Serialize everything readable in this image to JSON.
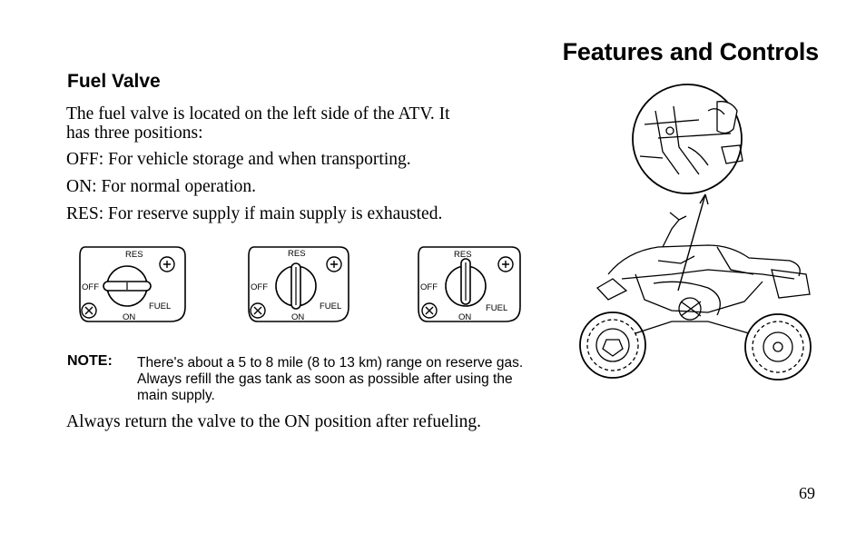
{
  "header": {
    "title": "Features and Controls"
  },
  "section": {
    "heading": "Fuel Valve",
    "intro_line1": "The fuel valve is located on the left side of the ATV. It",
    "intro_line2": "has three positions:",
    "off_line": "OFF: For vehicle storage and when transporting.",
    "on_line": "ON: For normal operation.",
    "res_line": "RES: For reserve supply if main supply is exhausted.",
    "closing": "Always return the valve to the ON position after refueling."
  },
  "valve_labels": {
    "res": "RES",
    "off": "OFF",
    "on": "ON",
    "fuel": "FUEL"
  },
  "valve_diagrams": [
    {
      "position": "OFF"
    },
    {
      "position": "ON"
    },
    {
      "position": "RES"
    }
  ],
  "note": {
    "label": "NOTE:",
    "text": "There's about a 5 to 8 mile (8 to 13 km) range on reserve gas. Always refill the gas tank as soon as possible after using the main supply."
  },
  "footer": {
    "page_number": "69"
  }
}
